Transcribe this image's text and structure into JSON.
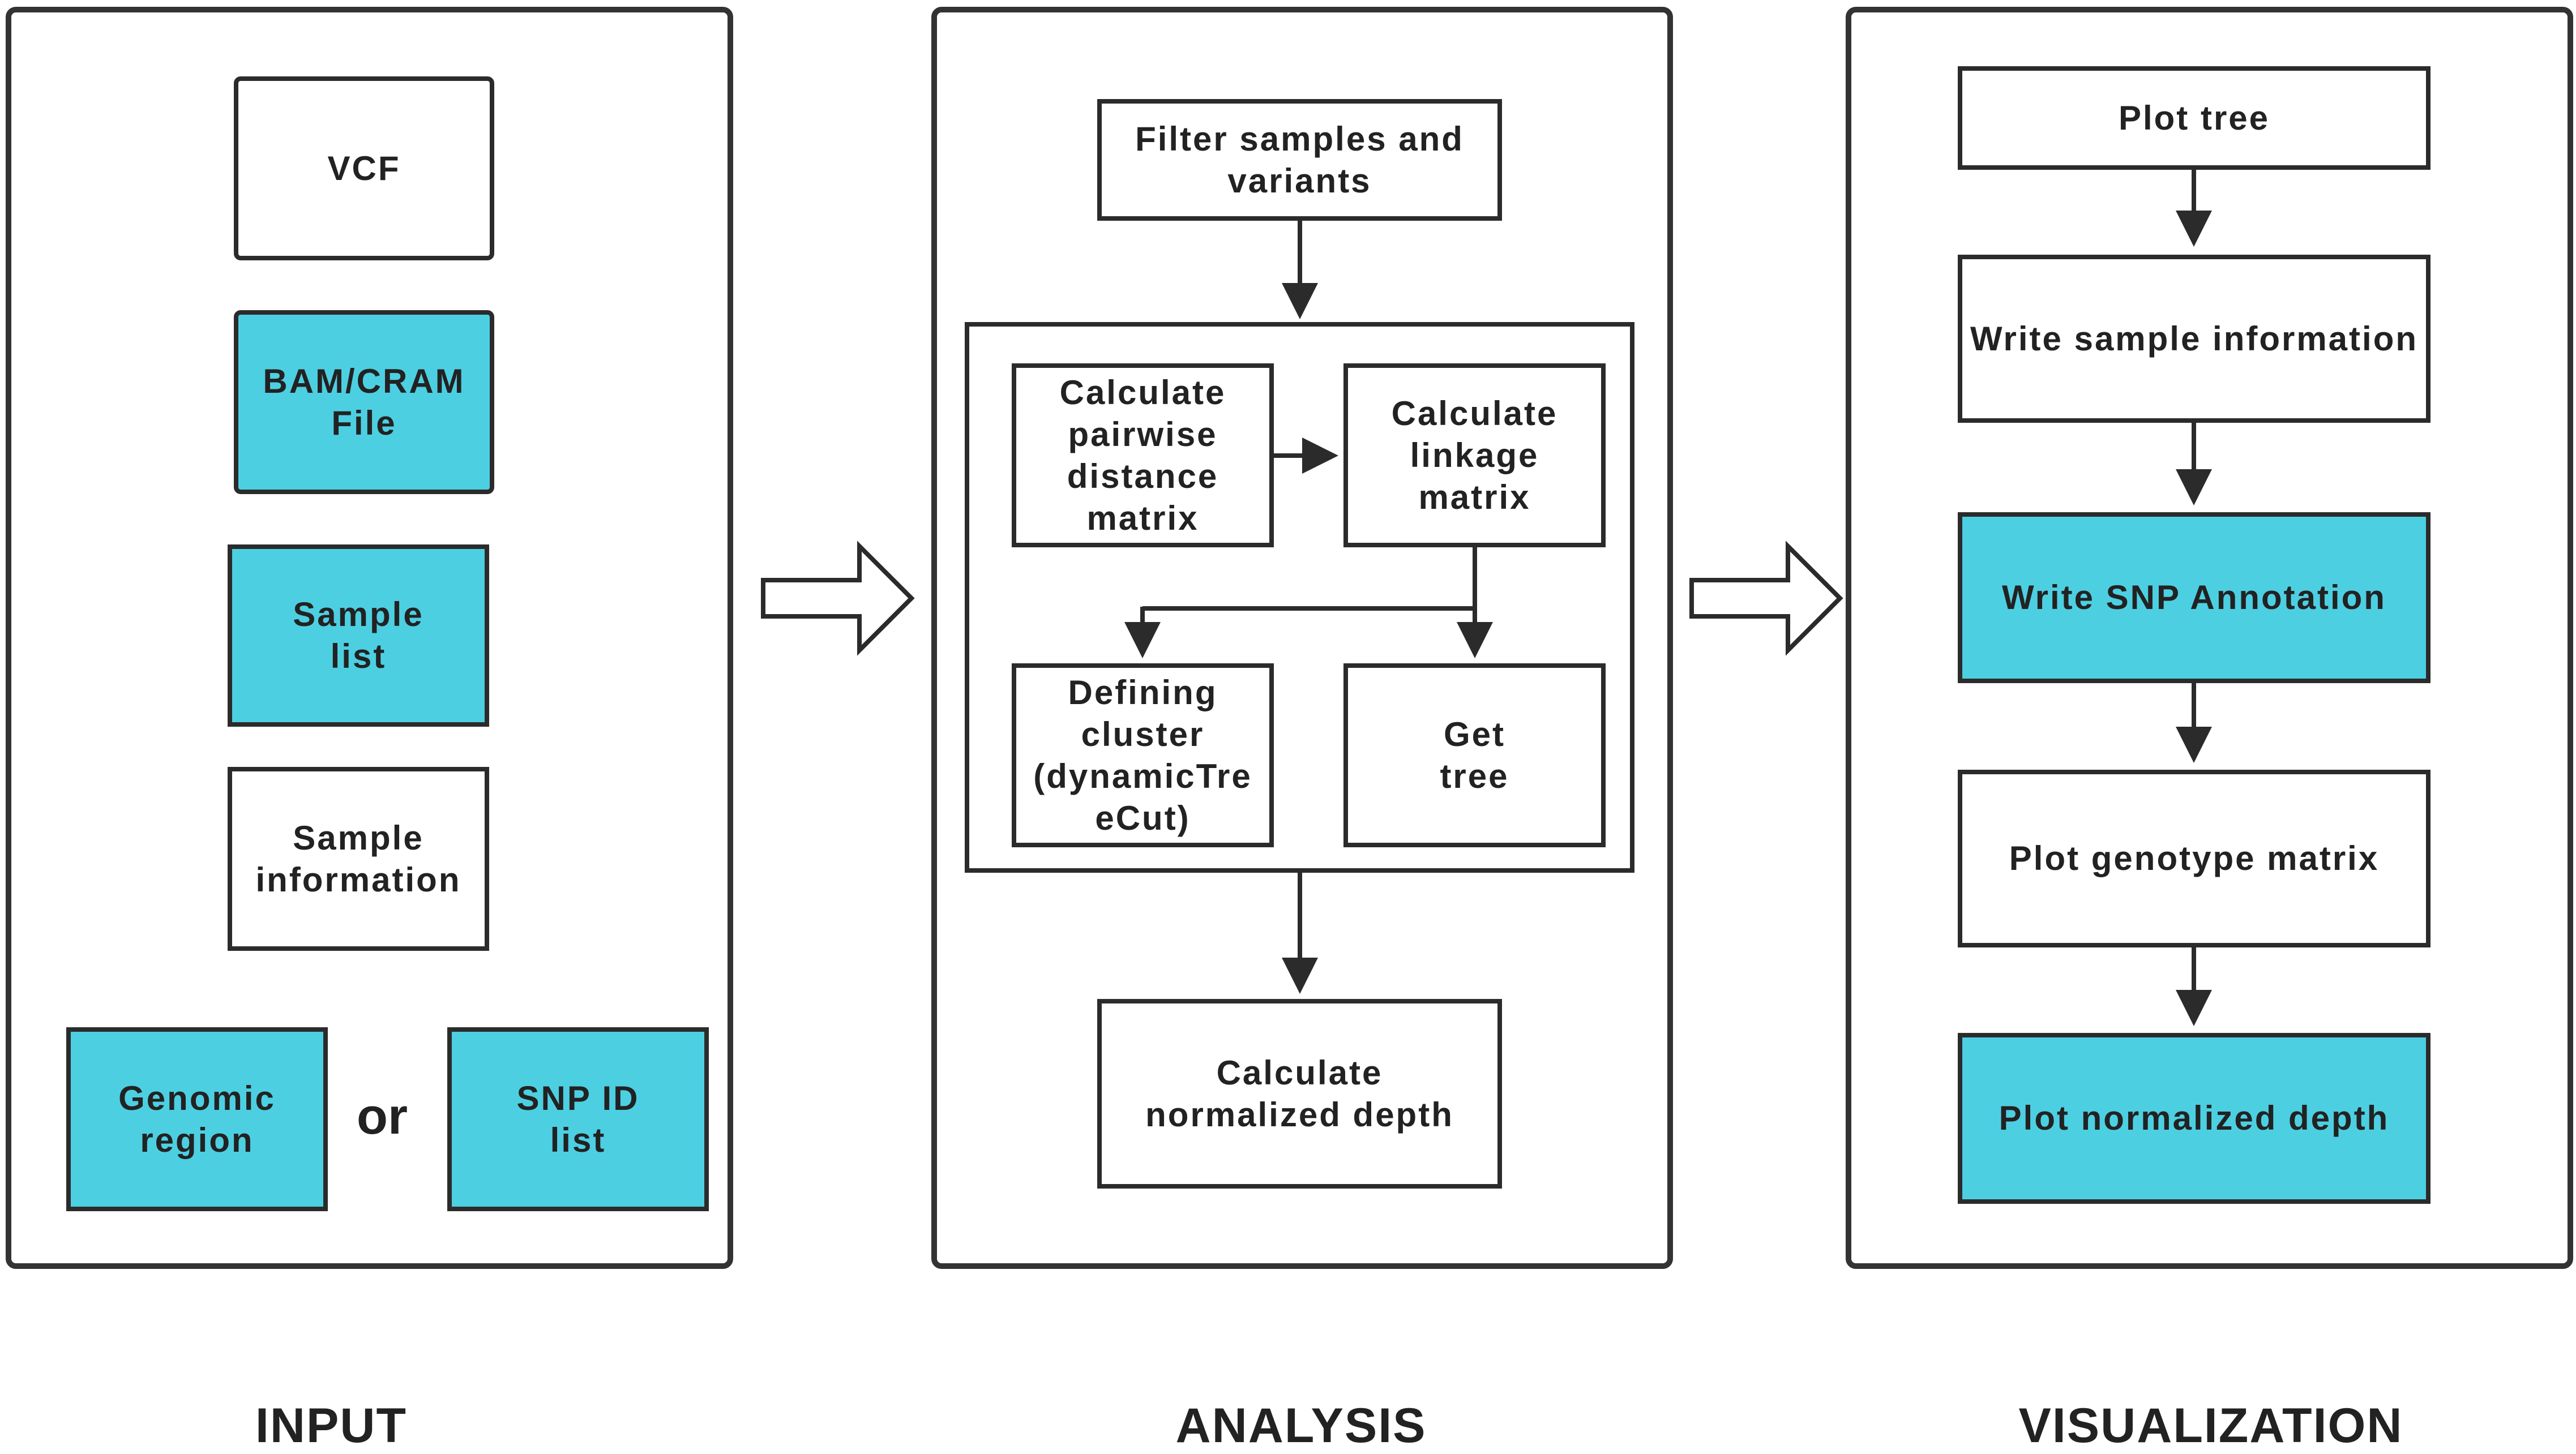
{
  "input": {
    "vcf": "VCF",
    "bam": "BAM/CRAM\nFile",
    "sample_list": "Sample\nlist",
    "sample_info": "Sample\ninformation",
    "genomic_region": "Genomic\nregion",
    "or": "or",
    "snp_id_list": "SNP ID\nlist"
  },
  "analysis": {
    "filter": "Filter samples and\nvariants",
    "pairwise": "Calculate\npairwise\ndistance\nmatrix",
    "linkage": "Calculate\nlinkage\nmatrix",
    "cluster": "Defining\ncluster\n(dynamicTre\neCut)",
    "get_tree": "Get\ntree",
    "depth": "Calculate\nnormalized depth"
  },
  "visualization": {
    "plot_tree": "Plot tree",
    "write_sample": "Write sample information",
    "write_snp": "Write SNP Annotation",
    "plot_genotype": "Plot genotype matrix",
    "plot_depth": "Plot normalized depth"
  },
  "labels": {
    "input": "INPUT",
    "analysis": "ANALYSIS",
    "visualization": "VISUALIZATION"
  },
  "colors": {
    "highlight": "#4dcfe2",
    "stroke": "#2b2b2b"
  }
}
